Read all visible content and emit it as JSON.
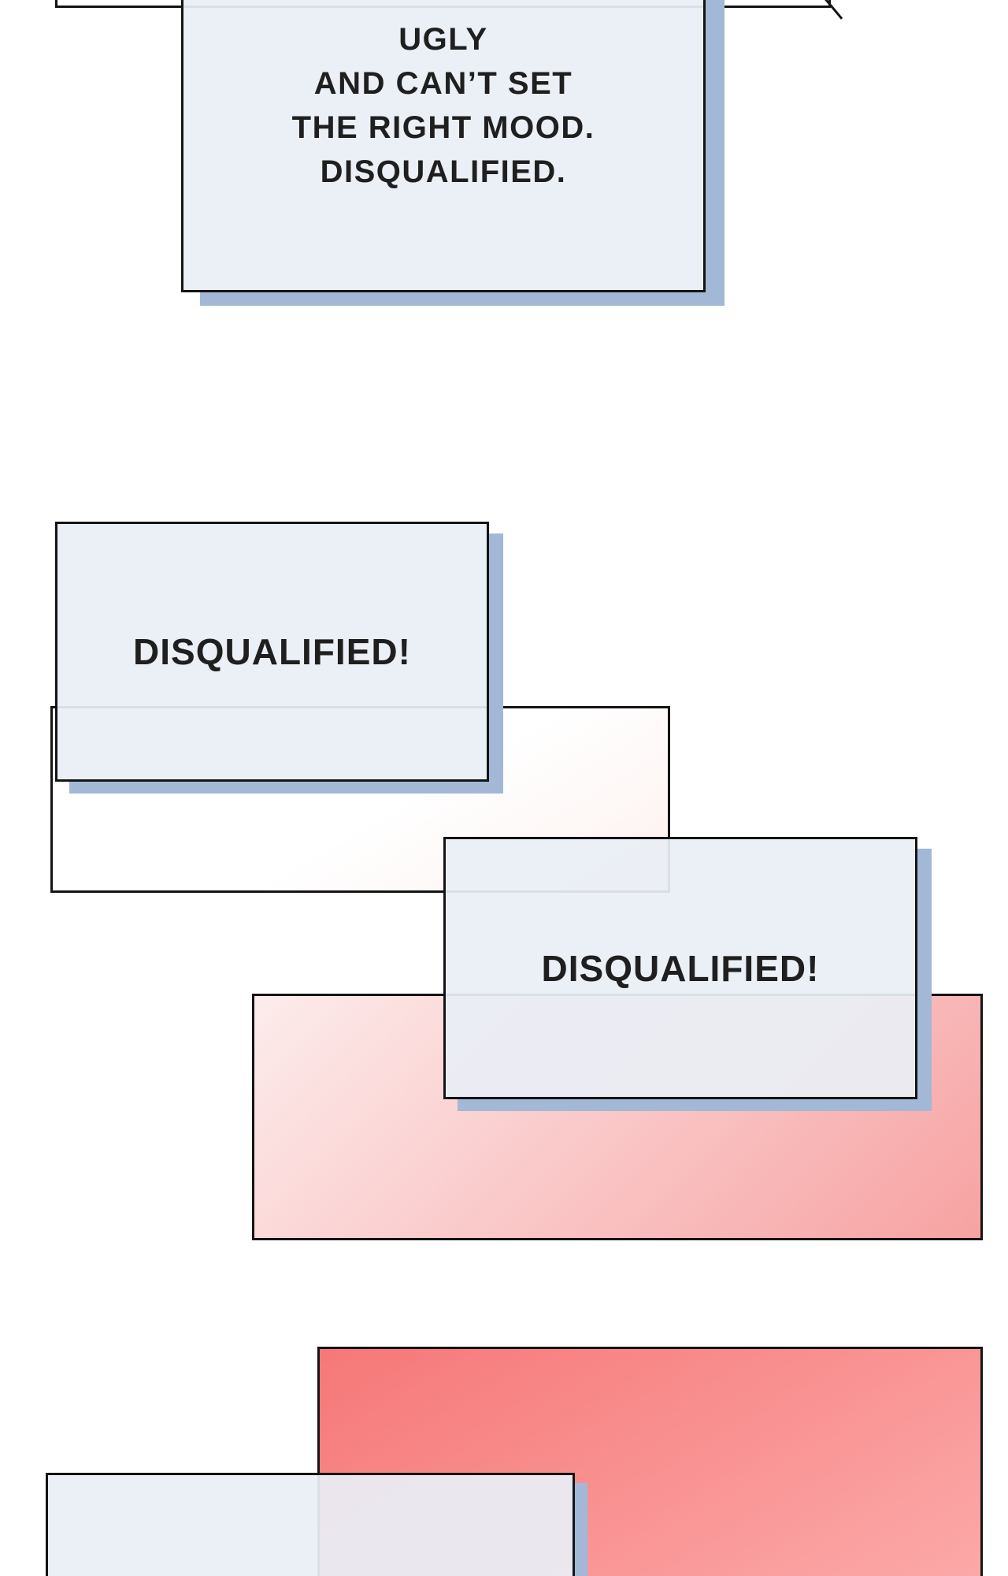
{
  "comic": {
    "bubble_top": {
      "lines": [
        "UGLY",
        "AND CAN’T SET",
        "THE RIGHT MOOD.",
        "DISQUALIFIED."
      ]
    },
    "bubble_mid": {
      "text": "DISQUALIFIED!"
    },
    "bubble_lower": {
      "text": "DISQUALIFIED!"
    }
  },
  "colors": {
    "bubble_fill": "#e8edf4",
    "bubble_shadow": "#a3b8d6",
    "border": "#141414",
    "text": "#1f1f1f",
    "pink_light": "#fdecec",
    "pink_deep": "#f7a2a2",
    "red_top": "#f67878",
    "red_bottom": "#fca9a9"
  }
}
